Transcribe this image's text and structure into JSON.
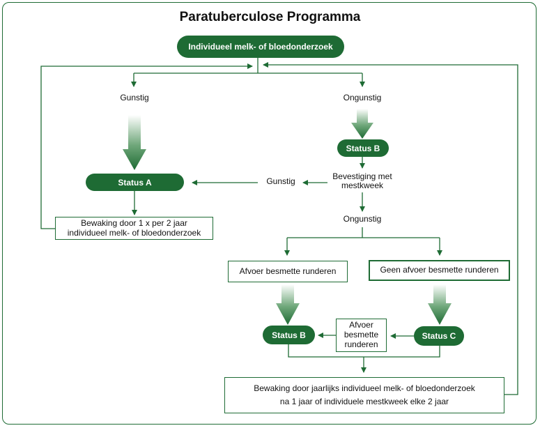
{
  "title": "Paratuberculose Programma",
  "nodes": {
    "start": "Individueel melk- of bloedonderzoek",
    "gunstig_left": "Gunstig",
    "ongunstig_right": "Ongunstig",
    "status_b_top": "Status B",
    "status_a": "Status A",
    "gunstig_mid": "Gunstig",
    "bevestiging": [
      "Bevestiging met",
      "mestkweek"
    ],
    "bewaking_a": [
      "Bewaking door 1 x per 2 jaar",
      "individueel melk- of bloedonderzoek"
    ],
    "ongunstig_mid": "Ongunstig",
    "afvoer": "Afvoer besmette runderen",
    "geen_afvoer": "Geen afvoer besmette runderen",
    "status_b_bottom": "Status B",
    "afvoer_small": [
      "Afvoer",
      "besmette",
      "runderen"
    ],
    "status_c": "Status C",
    "bewaking_bottom": [
      "Bewaking door jaarlijks individueel melk- of bloedonderzoek",
      "na 1 jaar of individuele mestkweek elke 2 jaar"
    ]
  },
  "colors": {
    "accent": "#1e6b34",
    "text": "#111111",
    "background": "#ffffff"
  }
}
